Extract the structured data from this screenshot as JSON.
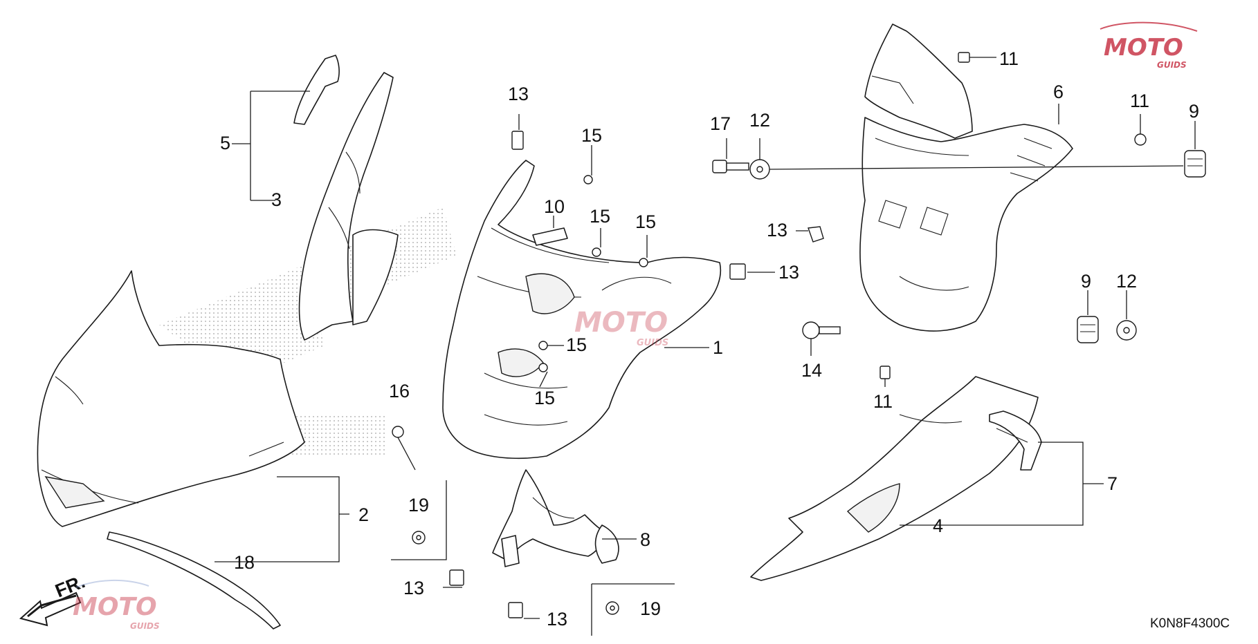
{
  "diagram": {
    "code": "K0N8F4300C",
    "direction_label": "FR.",
    "watermark": {
      "name": "MOTO",
      "sub": "GUIDS",
      "color": "#c8384a"
    },
    "part_numbers": [
      "1",
      "2",
      "3",
      "4",
      "5",
      "6",
      "7",
      "8",
      "9",
      "10",
      "11",
      "12",
      "13",
      "14",
      "15",
      "16",
      "17",
      "18",
      "19"
    ],
    "callouts": [
      {
        "id": "c5",
        "text": "5"
      },
      {
        "id": "c3",
        "text": "3"
      },
      {
        "id": "c13a",
        "text": "13"
      },
      {
        "id": "c15a",
        "text": "15"
      },
      {
        "id": "c10",
        "text": "10"
      },
      {
        "id": "c15b",
        "text": "15"
      },
      {
        "id": "c15c",
        "text": "15"
      },
      {
        "id": "c17",
        "text": "17"
      },
      {
        "id": "c12a",
        "text": "12"
      },
      {
        "id": "c11a",
        "text": "11"
      },
      {
        "id": "c6",
        "text": "6"
      },
      {
        "id": "c11b",
        "text": "11"
      },
      {
        "id": "c9a",
        "text": "9"
      },
      {
        "id": "c13b",
        "text": "13"
      },
      {
        "id": "c13c",
        "text": "13"
      },
      {
        "id": "c9b",
        "text": "9"
      },
      {
        "id": "c12b",
        "text": "12"
      },
      {
        "id": "c15d",
        "text": "15"
      },
      {
        "id": "c1",
        "text": "1"
      },
      {
        "id": "c14",
        "text": "14"
      },
      {
        "id": "c11c",
        "text": "11"
      },
      {
        "id": "c15e",
        "text": "15"
      },
      {
        "id": "c16",
        "text": "16"
      },
      {
        "id": "c2",
        "text": "2"
      },
      {
        "id": "c19a",
        "text": "19"
      },
      {
        "id": "c7",
        "text": "7"
      },
      {
        "id": "c4",
        "text": "4"
      },
      {
        "id": "c8",
        "text": "8"
      },
      {
        "id": "c18",
        "text": "18"
      },
      {
        "id": "c13d",
        "text": "13"
      },
      {
        "id": "c13e",
        "text": "13"
      },
      {
        "id": "c19b",
        "text": "19"
      }
    ]
  }
}
